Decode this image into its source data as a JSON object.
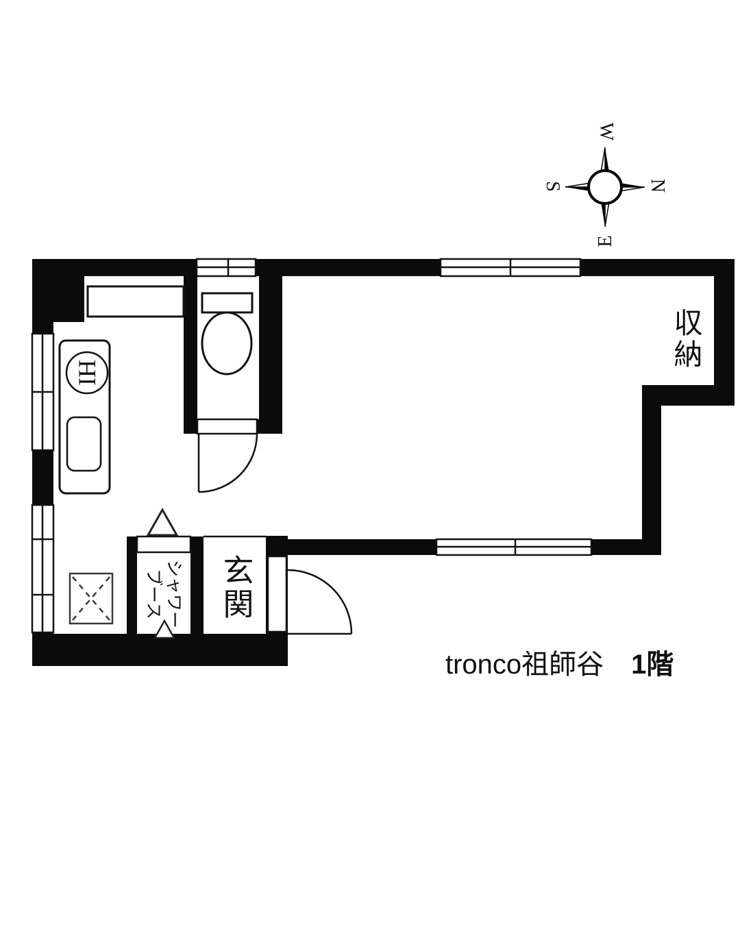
{
  "plan": {
    "title_building": "tronco祖師谷",
    "title_floor": "1階",
    "room_labels": {
      "storage": "収納",
      "entrance": "玄関",
      "shower_line1": "シャワー",
      "shower_line2": "ブース",
      "cooktop": "IH"
    },
    "compass": {
      "north": "N",
      "south": "S",
      "east": "E",
      "west": "W"
    },
    "colors": {
      "wall": "#0b0b0b",
      "line": "#111111",
      "background": "#ffffff"
    }
  }
}
